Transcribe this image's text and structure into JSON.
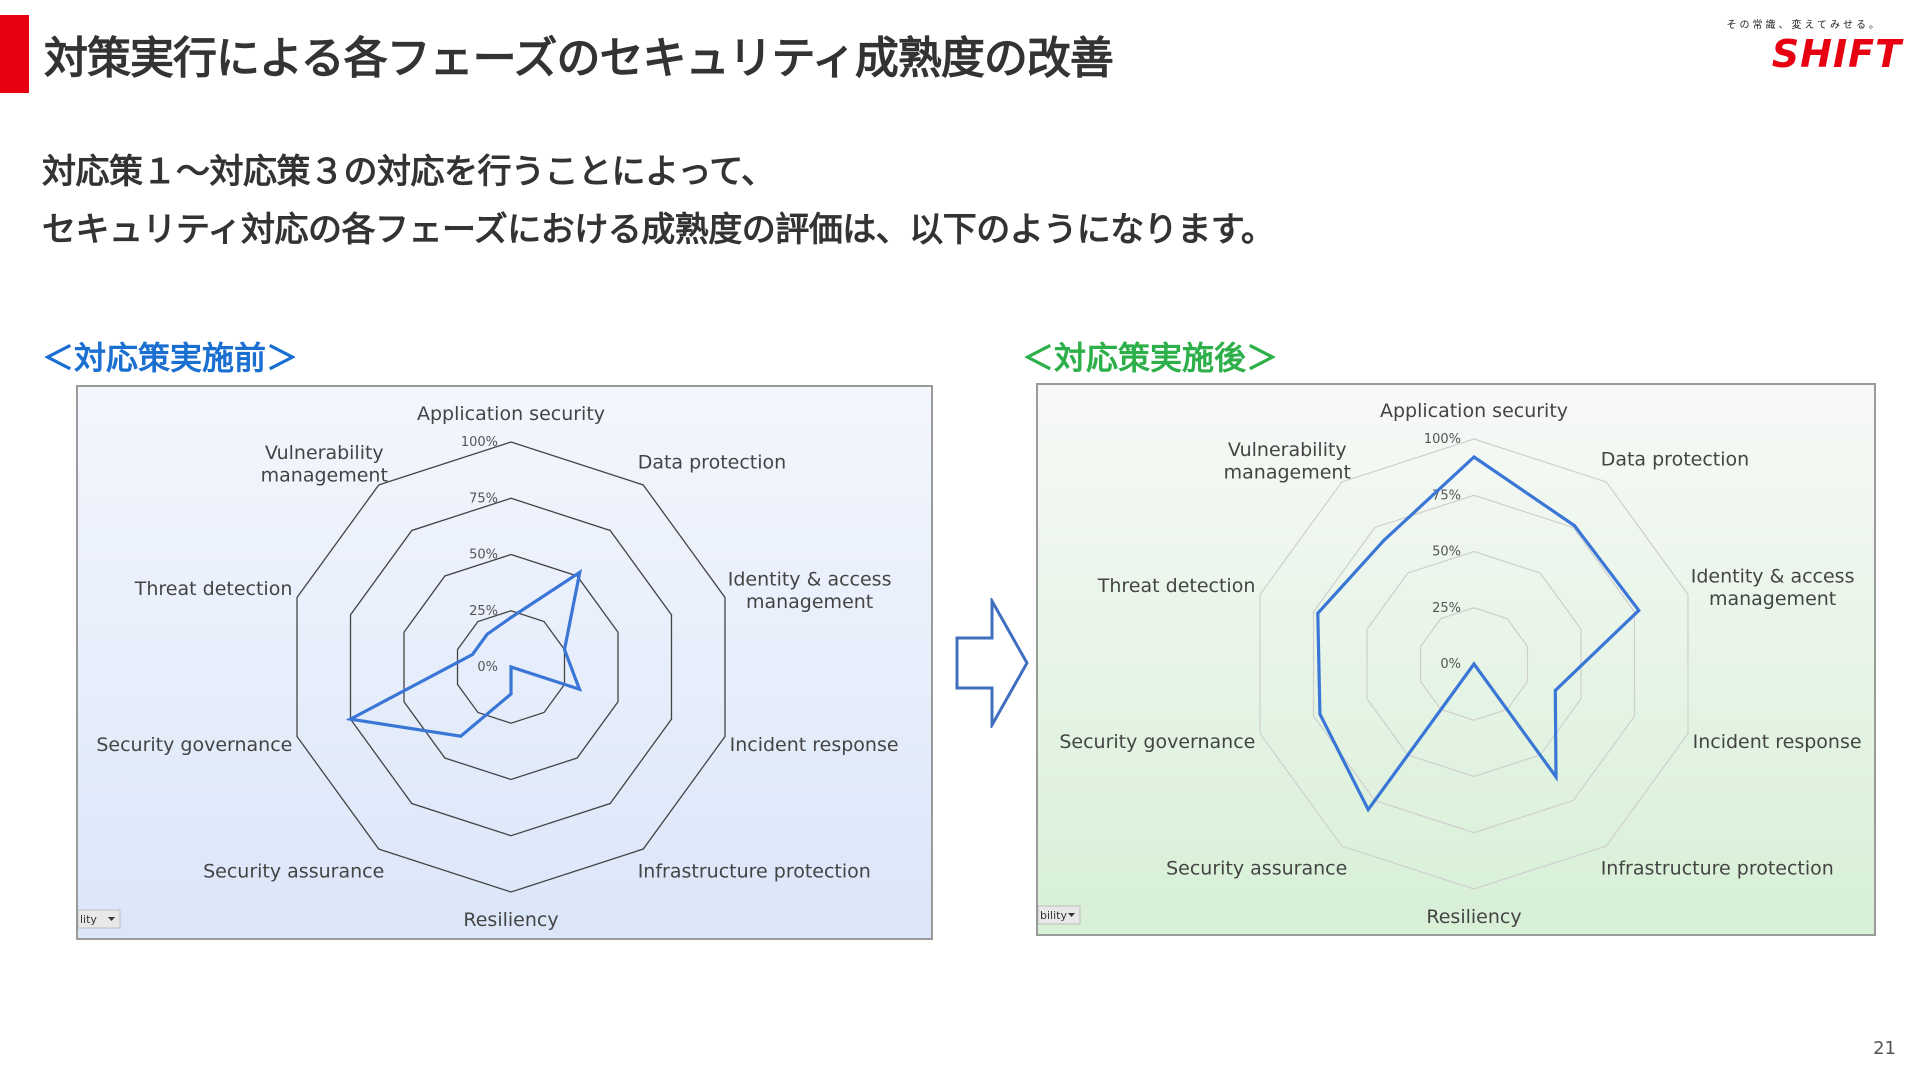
{
  "header": {
    "title": "対策実行による各フェーズのセキュリティ成熟度の改善",
    "logo_tagline": "その常識、変えてみせる。",
    "logo_text": "SHIFT",
    "accent_color": "#e60012"
  },
  "lead": {
    "line1": "対応策１～対応策３の対応を行うことによって、",
    "line2": "セキュリティ対応の各フェーズにおける成熟度の評価は、以下のようになります。"
  },
  "panels": {
    "before_title": "＜対応策実施前＞",
    "after_title": "＜対応策実施後＞",
    "before_color": "#1a6fd1",
    "after_color": "#2db04a"
  },
  "arrow": {
    "icon": "right-arrow-outline-icon",
    "color": "#3f6fbf"
  },
  "page_number": "21",
  "chart_data": [
    {
      "type": "radar",
      "title": "",
      "axes": [
        "Application security",
        "Data protection",
        "Identity & access\nmanagement",
        "Incident response",
        "Infrastructure protection",
        "Resiliency",
        "Security assurance",
        "Security governance",
        "Threat detection",
        "Vulnerability\nmanagement"
      ],
      "ticks": [
        "0%",
        "25%",
        "50%",
        "75%",
        "100%"
      ],
      "range": [
        0,
        100
      ],
      "series": [
        {
          "values": [
            22,
            52,
            25,
            32,
            0,
            12,
            38,
            75,
            18,
            18
          ],
          "color": "#3a76d6"
        }
      ],
      "filter_chip": "lity"
    },
    {
      "type": "radar",
      "title": "",
      "axes": [
        "Application security",
        "Data protection",
        "Identity & access\nmanagement",
        "Incident response",
        "Infrastructure protection",
        "Resiliency",
        "Security assurance",
        "Security governance",
        "Threat detection",
        "Vulnerability\nmanagement"
      ],
      "ticks": [
        "0%",
        "25%",
        "50%",
        "75%",
        "100%"
      ],
      "range": [
        0,
        100
      ],
      "series": [
        {
          "values": [
            92,
            76,
            77,
            38,
            62,
            0,
            80,
            72,
            73,
            68
          ],
          "color": "#3a76d6"
        }
      ],
      "filter_chip": "bility"
    }
  ]
}
